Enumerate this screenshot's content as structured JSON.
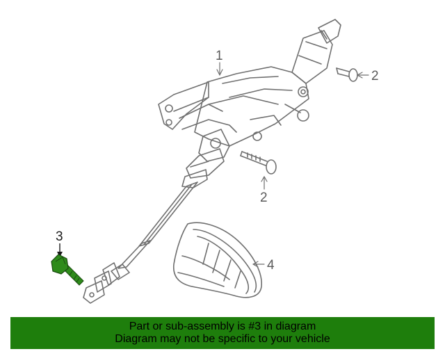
{
  "callouts": {
    "c1": "1",
    "c2a": "2",
    "c2b": "2",
    "c3": "3",
    "c4": "4"
  },
  "banner": {
    "line1": "Part or sub-assembly is #3 in diagram",
    "line2": "Diagram may not be specific to your vehicle"
  },
  "colors": {
    "line": "#6f6f6f",
    "callout_text": "#5a5a5a",
    "highlight_part": "#2e8b1a",
    "banner_bg": "#1e7e0c"
  }
}
